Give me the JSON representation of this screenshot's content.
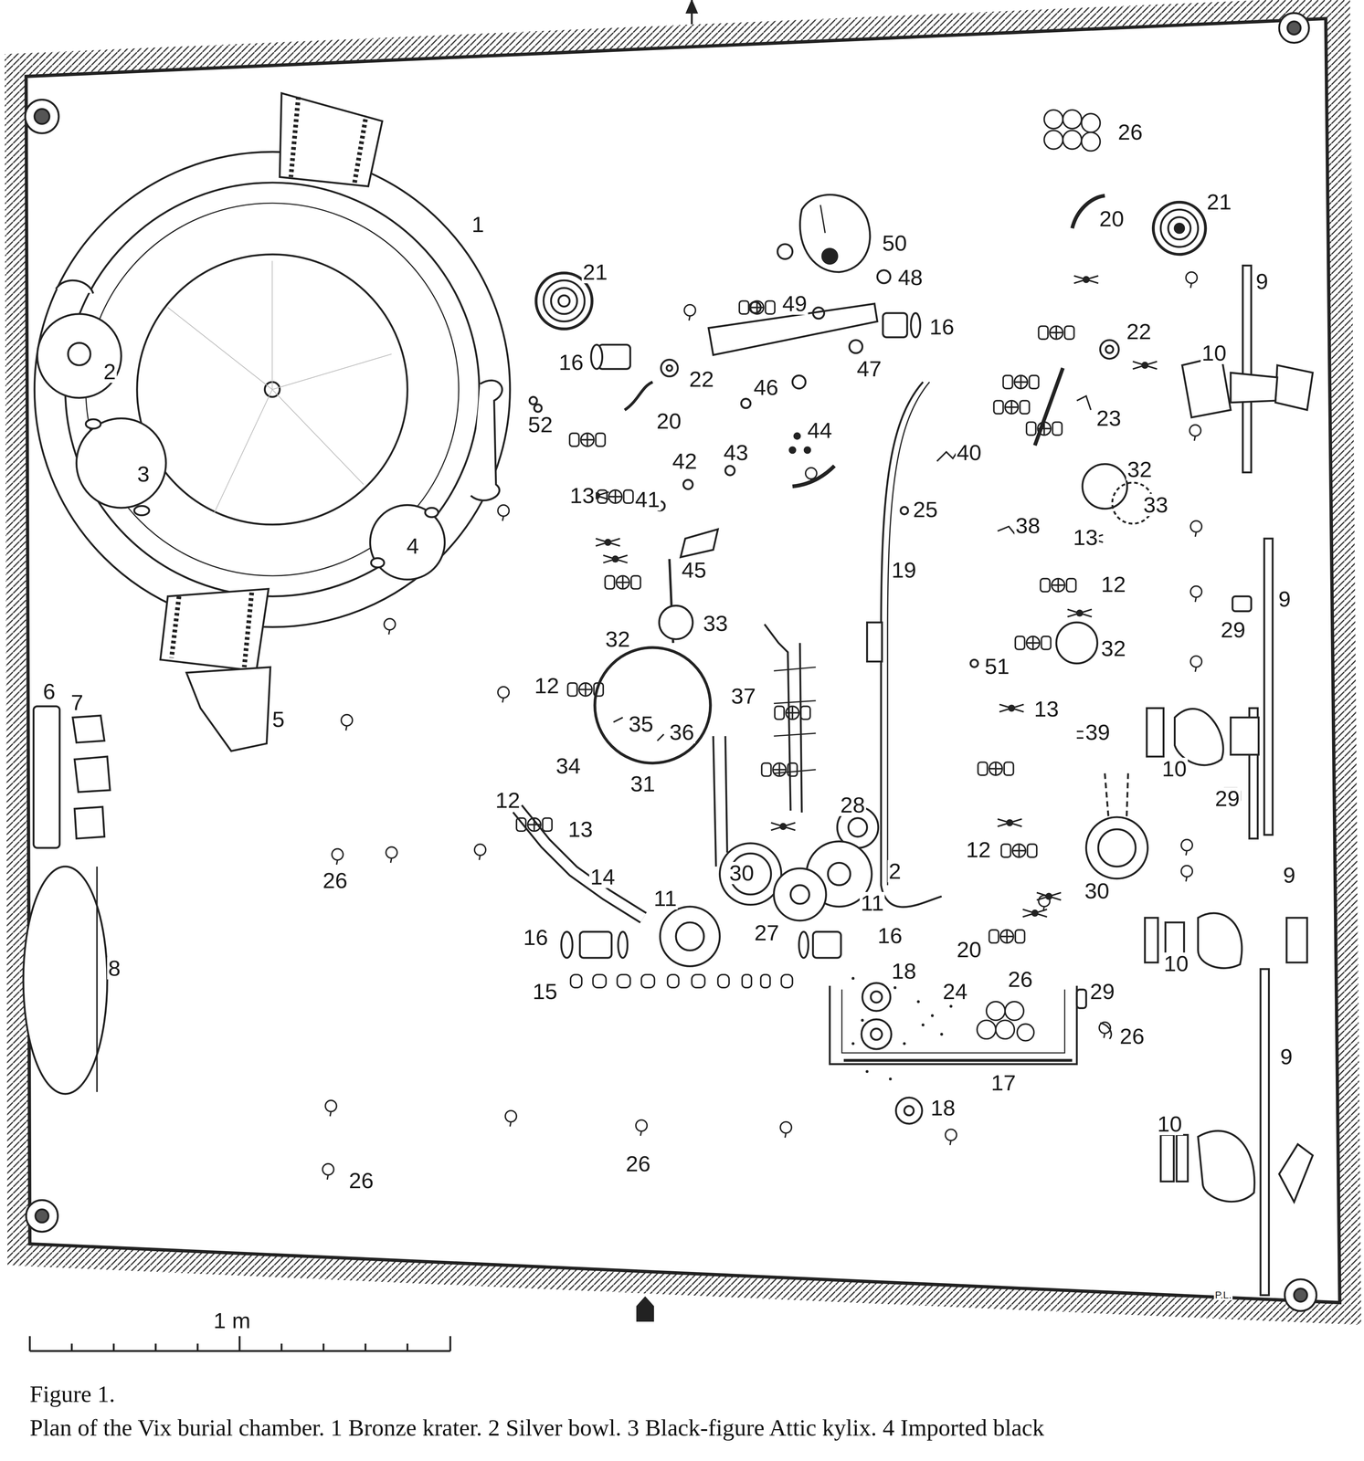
{
  "diagram": {
    "title": "Figure 1.",
    "caption": "Plan of the Vix burial chamber. 1 Bronze krater. 2 Silver bowl. 3 Black-figure Attic kylix. 4 Imported black",
    "labels": [
      "1",
      "2",
      "3",
      "4",
      "5",
      "6",
      "7",
      "8",
      "26",
      "20",
      "21",
      "9",
      "21",
      "50",
      "48",
      "49",
      "16",
      "16",
      "22",
      "47",
      "46",
      "10",
      "22",
      "52",
      "20",
      "23",
      "43",
      "44",
      "40",
      "13",
      "41",
      "42",
      "32",
      "33",
      "25",
      "38",
      "13",
      "19",
      "9",
      "45",
      "33",
      "12",
      "32",
      "29",
      "32",
      "51",
      "12",
      "37",
      "13",
      "35",
      "36",
      "39",
      "10",
      "34",
      "31",
      "29",
      "28",
      "12",
      "13",
      "26",
      "14",
      "12",
      "2",
      "9",
      "30",
      "30",
      "11",
      "11",
      "27",
      "16",
      "16",
      "20",
      "10",
      "15",
      "18",
      "24",
      "26",
      "29",
      "26",
      "17",
      "9",
      "18",
      "10",
      "26",
      "26",
      "1 m",
      "P.L."
    ]
  }
}
